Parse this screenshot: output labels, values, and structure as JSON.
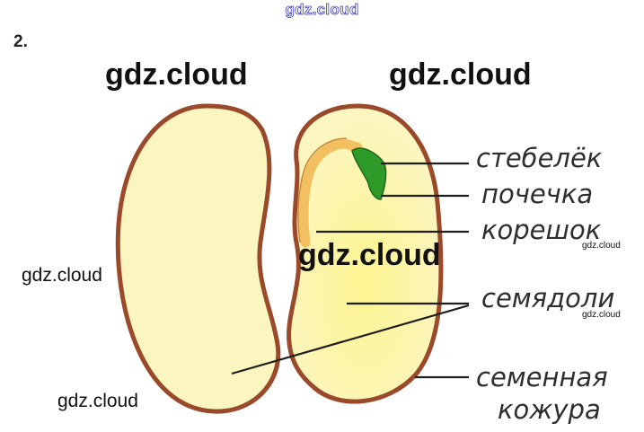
{
  "task_number": "2.",
  "watermarks": {
    "top": "gdz.cloud",
    "left_big": "gdz.cloud",
    "right_big": "gdz.cloud",
    "center_big": "gdz.cloud",
    "left_mid": "gdz.cloud",
    "bottom_left": "gdz.cloud",
    "small_1": "gdz.cloud",
    "small_2": "gdz.cloud"
  },
  "labels": {
    "stem": "стебелёк",
    "bud": "почечка",
    "root": "корешок",
    "cotyledons": "семядоли",
    "seed_coat_line1": "семенная",
    "seed_coat_line2": "кожура"
  },
  "colors": {
    "seed_coat": "#9a4a2a",
    "cotyledon_fill": "#fbf5bf",
    "cotyledon_center": "#fdf590",
    "bud_green": "#2e9a28",
    "radicle": "#f2c060"
  }
}
